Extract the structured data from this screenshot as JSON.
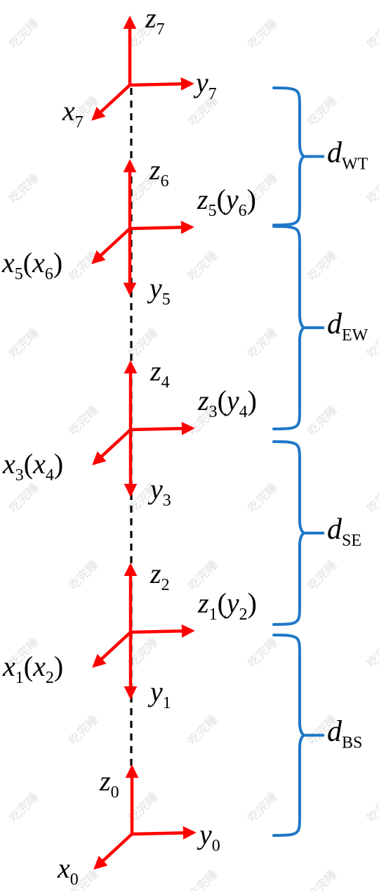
{
  "colors": {
    "axis": "#ff0000",
    "brace": "#1f77c8",
    "link": "#000000"
  },
  "watermark": "吃完睡",
  "frames": [
    {
      "z": {
        "name": "z",
        "sub": "0"
      },
      "y": {
        "name": "y",
        "sub": "0"
      },
      "x": {
        "name": "x",
        "sub": "0"
      }
    },
    {
      "z": {
        "name": "z",
        "sub": "2"
      },
      "zy": {
        "name": "z",
        "sub": "1",
        "pname": "y",
        "psub": "2"
      },
      "x": {
        "name": "x",
        "sub": "1",
        "pname": "x",
        "psub": "2"
      },
      "yd": {
        "name": "y",
        "sub": "1"
      }
    },
    {
      "z": {
        "name": "z",
        "sub": "4"
      },
      "zy": {
        "name": "z",
        "sub": "3",
        "pname": "y",
        "psub": "4"
      },
      "x": {
        "name": "x",
        "sub": "3",
        "pname": "x",
        "psub": "4"
      },
      "yd": {
        "name": "y",
        "sub": "3"
      }
    },
    {
      "z": {
        "name": "z",
        "sub": "6"
      },
      "zy": {
        "name": "z",
        "sub": "5",
        "pname": "y",
        "psub": "6"
      },
      "x": {
        "name": "x",
        "sub": "5",
        "pname": "x",
        "psub": "6"
      },
      "yd": {
        "name": "y",
        "sub": "5"
      }
    },
    {
      "z": {
        "name": "z",
        "sub": "7"
      },
      "y": {
        "name": "y",
        "sub": "7"
      },
      "x": {
        "name": "x",
        "sub": "7"
      }
    }
  ],
  "distances": [
    {
      "name": "d",
      "sub": "BS"
    },
    {
      "name": "d",
      "sub": "SE"
    },
    {
      "name": "d",
      "sub": "EW"
    },
    {
      "name": "d",
      "sub": "WT"
    }
  ]
}
